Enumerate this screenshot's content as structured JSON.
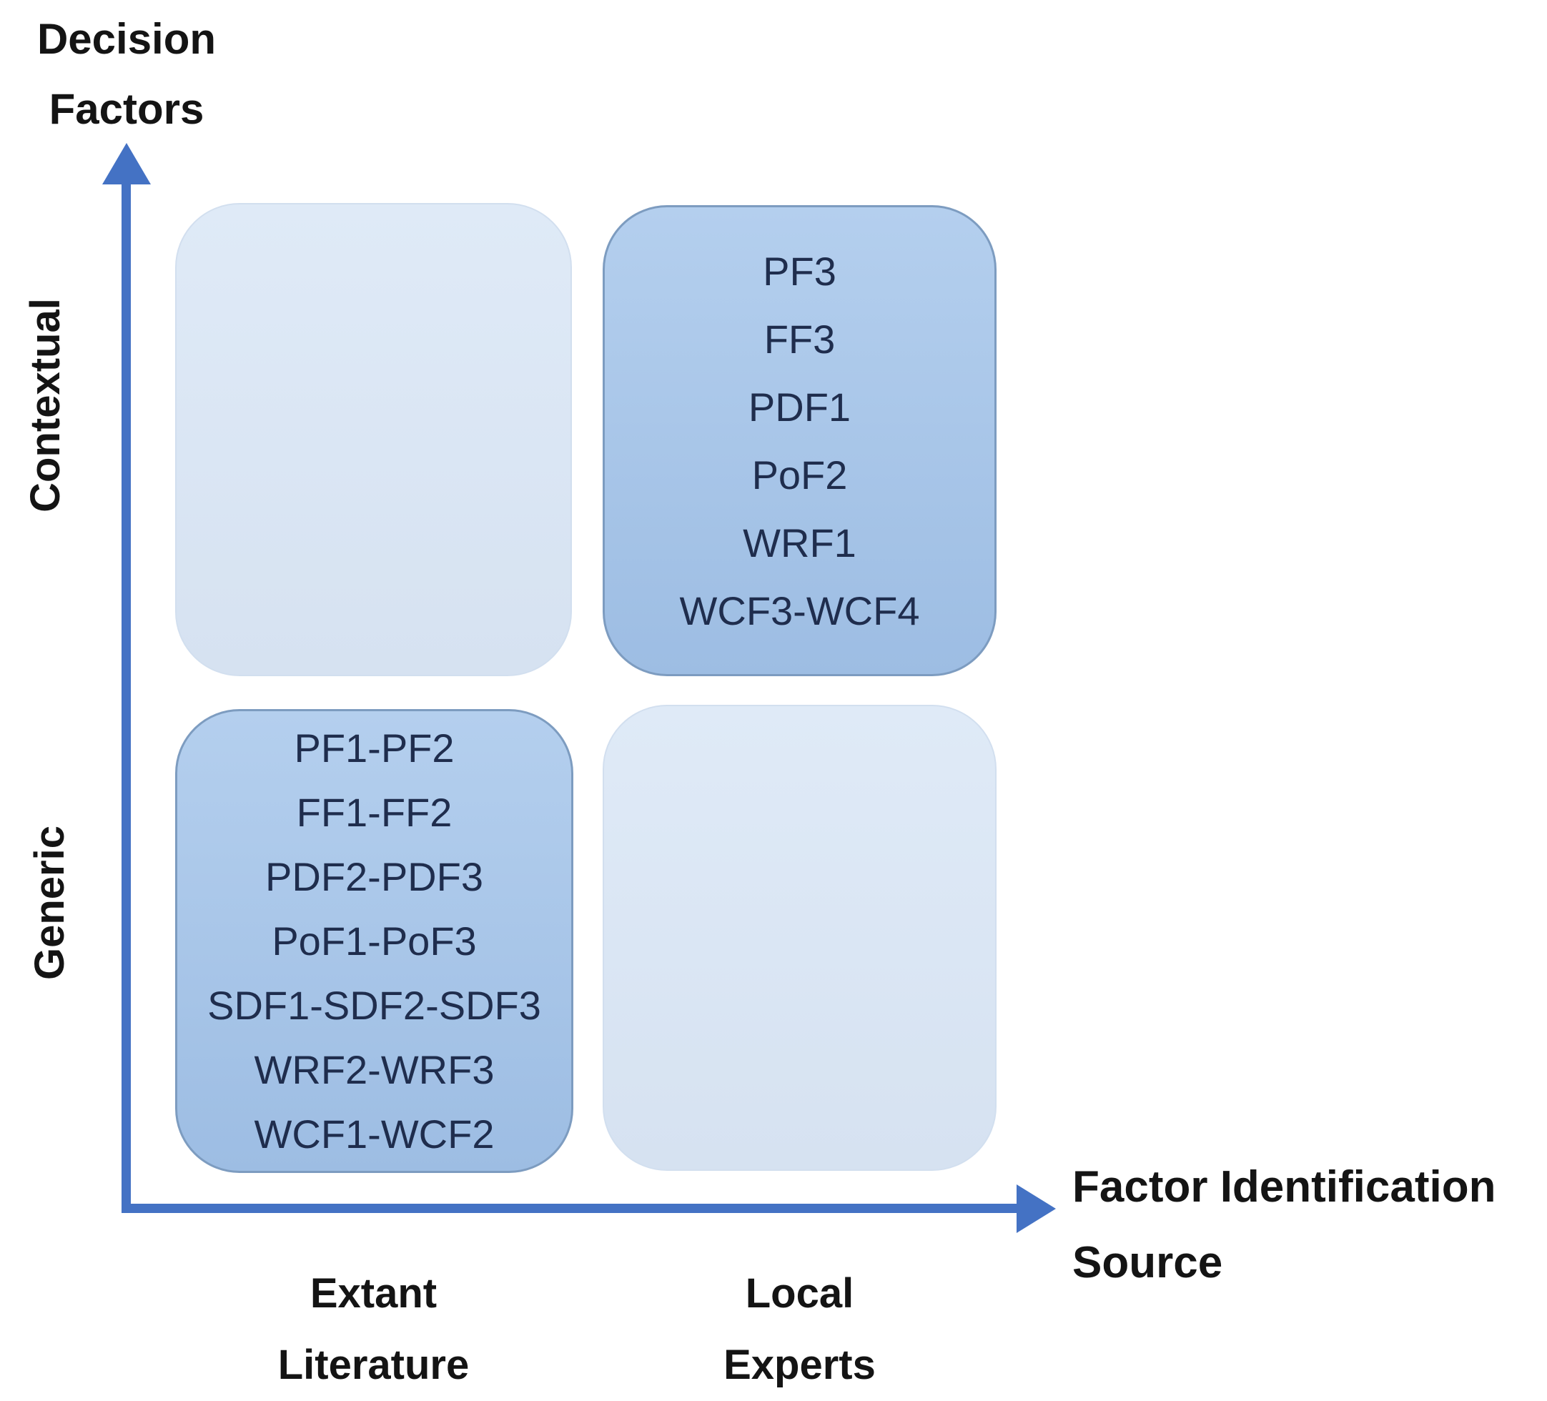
{
  "figure": {
    "type": "2x2-matrix-diagram"
  },
  "y_axis": {
    "title_lines": [
      "Decision",
      "Factors"
    ],
    "categories": [
      "Contextual",
      "Generic"
    ]
  },
  "x_axis": {
    "title_lines": [
      "Factor Identification",
      "Source"
    ],
    "categories": [
      {
        "lines": [
          "Extant",
          "Literature"
        ]
      },
      {
        "lines": [
          "Local",
          "Experts"
        ]
      }
    ]
  },
  "quadrants": {
    "top_left": {
      "items": []
    },
    "top_right": {
      "items": [
        "PF3",
        "FF3",
        "PDF1",
        "PoF2",
        "WRF1",
        "WCF3-WCF4"
      ]
    },
    "bottom_left": {
      "items": [
        "PF1-PF2",
        "FF1-FF2",
        "PDF2-PDF3",
        "PoF1-PoF3",
        "SDF1-SDF2-SDF3",
        "WRF2-WRF3",
        "WCF1-WCF2"
      ]
    },
    "bottom_right": {
      "items": []
    }
  },
  "colors": {
    "axis": "#4472c4",
    "quadrant_highlight_top": "#b4cfee",
    "quadrant_highlight_bottom": "#9dbde3",
    "quadrant_highlight_border": "#7d9cc0",
    "quadrant_muted_top": "#dfeaf7",
    "quadrant_muted_bottom": "#d6e2f1",
    "box_text": "#1f2d4d"
  }
}
